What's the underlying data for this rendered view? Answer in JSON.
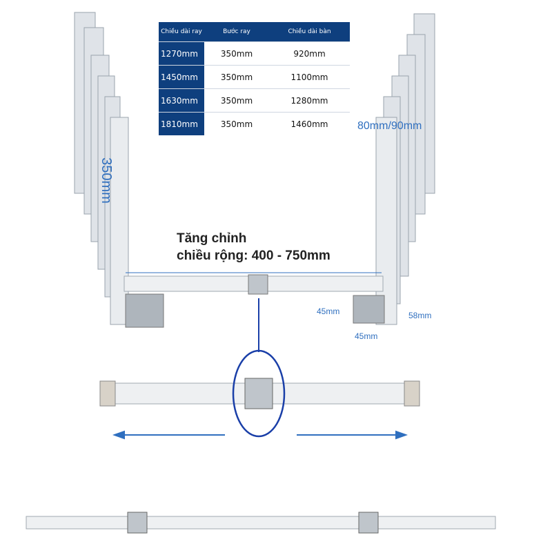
{
  "table": {
    "headers": [
      "Chiều dài ray",
      "Bước ray",
      "Chiều dài bàn"
    ],
    "rows": [
      [
        "1270mm",
        "350mm",
        "920mm"
      ],
      [
        "1450mm",
        "350mm",
        "1100mm"
      ],
      [
        "1630mm",
        "350mm",
        "1280mm"
      ],
      [
        "1810mm",
        "350mm",
        "1460mm"
      ]
    ]
  },
  "labels": {
    "height": "350mm",
    "width_options": "80mm/90mm",
    "title_line1": "Tăng chỉnh",
    "title_line2": "chiều rộng: 400 - 750mm",
    "bracket_h": "45mm",
    "bracket_w": "45mm",
    "bracket_depth": "58mm"
  },
  "colors": {
    "table_header": "#0e3f7e",
    "dimension": "#2f6fbf",
    "highlight": "#1a3fa8"
  }
}
